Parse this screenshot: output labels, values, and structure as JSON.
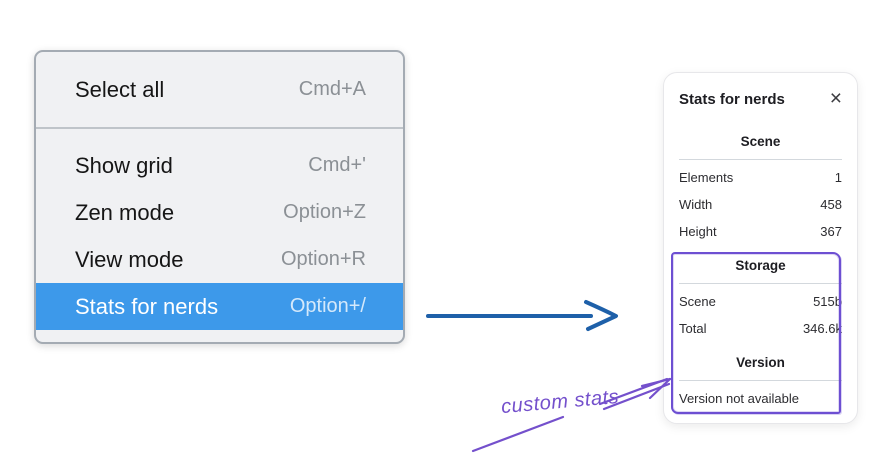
{
  "context_menu": {
    "items": [
      {
        "label": "Select all",
        "shortcut": "Cmd+A",
        "highlighted": false
      },
      {
        "label": "Show grid",
        "shortcut": "Cmd+'",
        "highlighted": false
      },
      {
        "label": "Zen mode",
        "shortcut": "Option+Z",
        "highlighted": false
      },
      {
        "label": "View mode",
        "shortcut": "Option+R",
        "highlighted": false
      },
      {
        "label": "Stats for nerds",
        "shortcut": "Option+/",
        "highlighted": true
      }
    ],
    "highlight_color": "#3d99ea"
  },
  "stats_panel": {
    "title": "Stats for nerds",
    "close_icon": "×",
    "sections": [
      {
        "heading": "Scene",
        "rows": [
          {
            "label": "Elements",
            "value": "1"
          },
          {
            "label": "Width",
            "value": "458"
          },
          {
            "label": "Height",
            "value": "367"
          }
        ]
      },
      {
        "heading": "Storage",
        "rows": [
          {
            "label": "Scene",
            "value": "515b"
          },
          {
            "label": "Total",
            "value": "346.6k"
          }
        ]
      },
      {
        "heading": "Version",
        "rows": [],
        "note": "Version not available"
      }
    ]
  },
  "annotation": {
    "label": "custom stats",
    "color": "#7450cc",
    "box_color": "#6d4fd2"
  },
  "flow_arrow_color": "#1e60a9"
}
